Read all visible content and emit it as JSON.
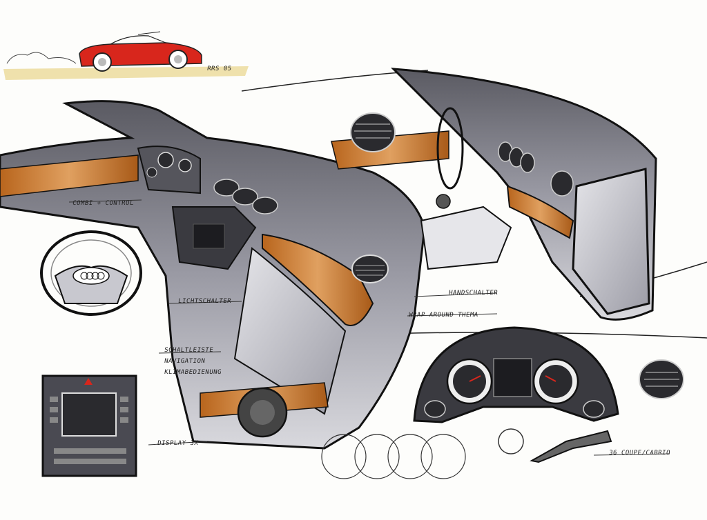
{
  "annotations": {
    "signature": "RRS 05",
    "combi": "COMBI + CONTROL",
    "lichtschalter": "LICHTSCHALTER",
    "handschalter": "HANDSCHALTER",
    "wrap": "WRAP AROUND THEMA",
    "schaltleiste": "SCHALTLEISTE",
    "navigation": "NAVIGATION",
    "klima": "KLIMABEDIENUNG",
    "display": "DISPLAY 3X",
    "coupe": "36 COUPE/CABRIO"
  },
  "colors": {
    "wood": "#c47a2c",
    "car_red": "#d8261c",
    "grey_dark": "#3a3a40",
    "grey_mid": "#8a8a94",
    "grey_light": "#c8c8cf",
    "ink": "#111111"
  }
}
